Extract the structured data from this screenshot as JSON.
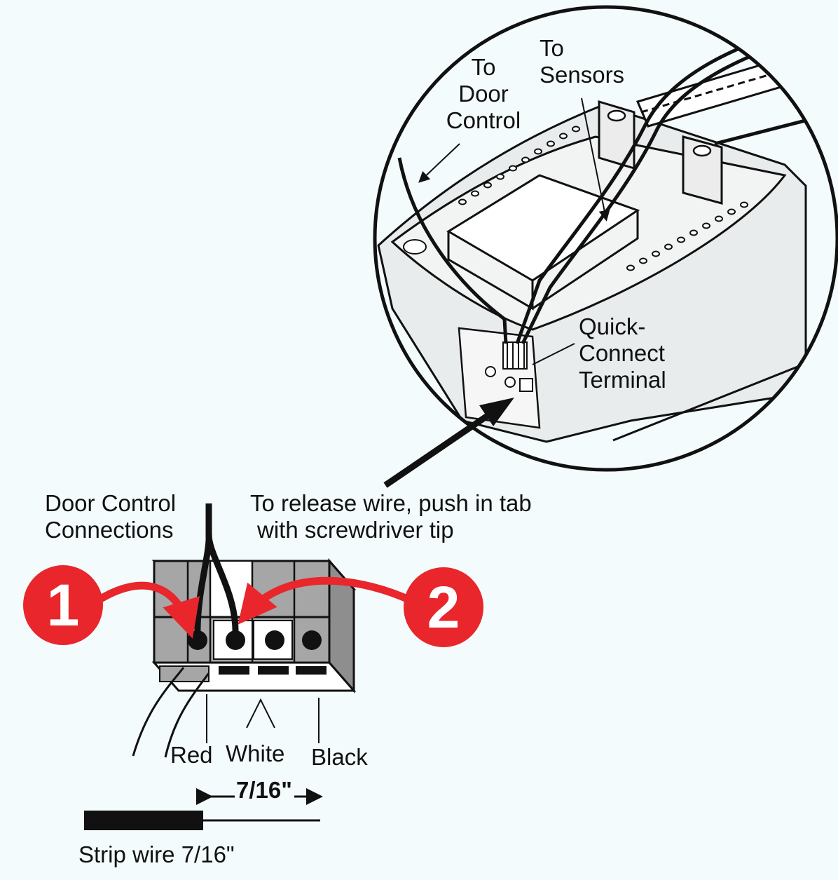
{
  "labels": {
    "to_door_control": [
      "To",
      "Door",
      "Control"
    ],
    "to_sensors": [
      "To",
      "Sensors"
    ],
    "quick_connect": [
      "Quick-",
      "Connect",
      "Terminal"
    ],
    "door_control_connections": [
      "Door Control",
      "Connections"
    ],
    "release_instruction": [
      "To release wire, push in tab",
      "with screwdriver tip"
    ],
    "wire_red": "Red",
    "wire_white": "White",
    "wire_black": "Black",
    "dimension": "7/16\"",
    "strip_instruction": "Strip wire 7/16\""
  },
  "steps": [
    {
      "number": "1"
    },
    {
      "number": "2"
    }
  ],
  "colors": {
    "step_badge": "#e8262b",
    "step_arrow": "#e8262b",
    "terminal_body": "#a6a6a6",
    "line_art": "#111111",
    "background": "#f4fbfc"
  }
}
